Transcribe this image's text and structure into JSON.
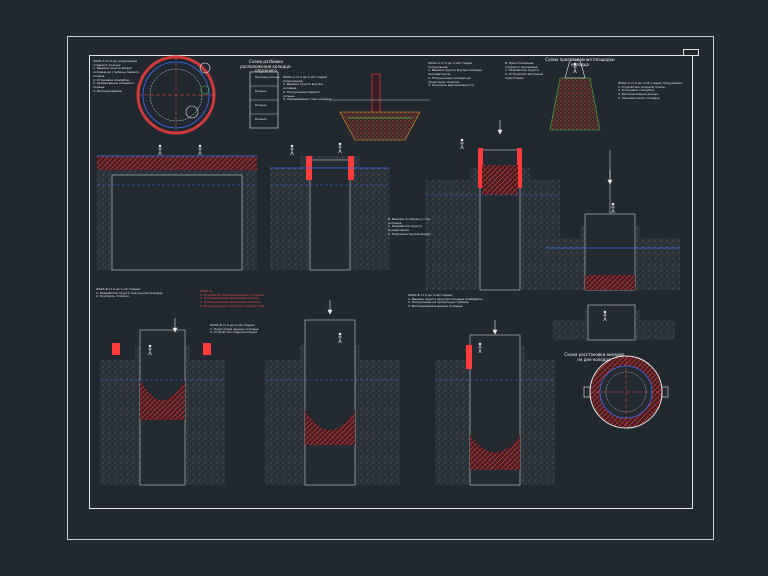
{
  "sheet": {
    "background": "#212830",
    "line_color": "#e6e6e6",
    "accent_red": "#ff3b3b",
    "accent_blue": "#3d6bff",
    "accent_green": "#3fbf3f",
    "accent_orange": "#e89a2a"
  },
  "titles": {
    "ring_scheme": "Схема разбивки расположения колодца-опускного",
    "well_layout_scheme": "Схема приготовления площадки колодца",
    "final_plan": "Схема расстановки анкеров на дне колодца"
  },
  "ring_scheme_labels": [
    "Нижнее кольцо",
    "Кольцо",
    "Кольцо",
    "Кольцо"
  ],
  "stage_notes": {
    "stage1": "ФАЗА А от 0 до сооружения опорного кольца:\n1. Выемка грунта вокруг колодца до глубины первого кольца.\n2. Установка опалубки.\n3. Армирование ножевого кольца.\n4. Бетонирование.",
    "stage2": "ФАЗА А от 0 до 1-ой стадии погружения:\n1. Выемка грунта внутри колодца.\n2. Погружение первого кольца.\n3. Наращивание стен колодца.",
    "stage3": "ФАЗА А от 0 до 2-ой стадии погружения:\n1. Выемка грунта внутри колодца экскаватором.\n2. Погружение колодца до проектной отметки.\n3. Контроль вертикальности.",
    "stage3_side": "Б. Выемка по бокам у стен колодца.\n1. Разработка грунта бульдозером.\n2. Подсыпка грунта вокруг.",
    "stage4_top": "Б. Приготовление опорного основания:\n1. Разработка грунта.\n2. Устройство бетонной подготовки.",
    "stage4_right": "ФАЗА А от 0 до 3-ой стадии погружения:\n1. Устройство опорной плиты.\n2. Установка опалубки.\n3. Бетонирование днища.\n4. Засыпка пазух колодца.",
    "stage5": "ФАЗА Б от 0 до 1-ой стадии:\n1. Разработка грунта под ножом колодца.\n2. Контроль отметок.",
    "stage5_center": "ФАЗА Б:\n1. Устройство дополнительного кольца.\n2. Последовательная выемка грунта.\n3. Погружение до проектной отметки.\n4. Наращивание стенок до отметки 0.00.",
    "stage6": "ФАЗА Б от 0 до 2-ой стадии:\n1. Подготовка днища колодца.\n2. Устройство гидроизоляции.",
    "stage7": "ФАЗА Б от 0 до 3-ой стадии:\n1. Выемка грунта изнутри колодца грейфером.\n2. Погружение на проектную глубину.\n3. Бетонирование днища колодца."
  },
  "icons": [
    "excavator-icon",
    "crane-hook-icon",
    "worker-icon"
  ]
}
